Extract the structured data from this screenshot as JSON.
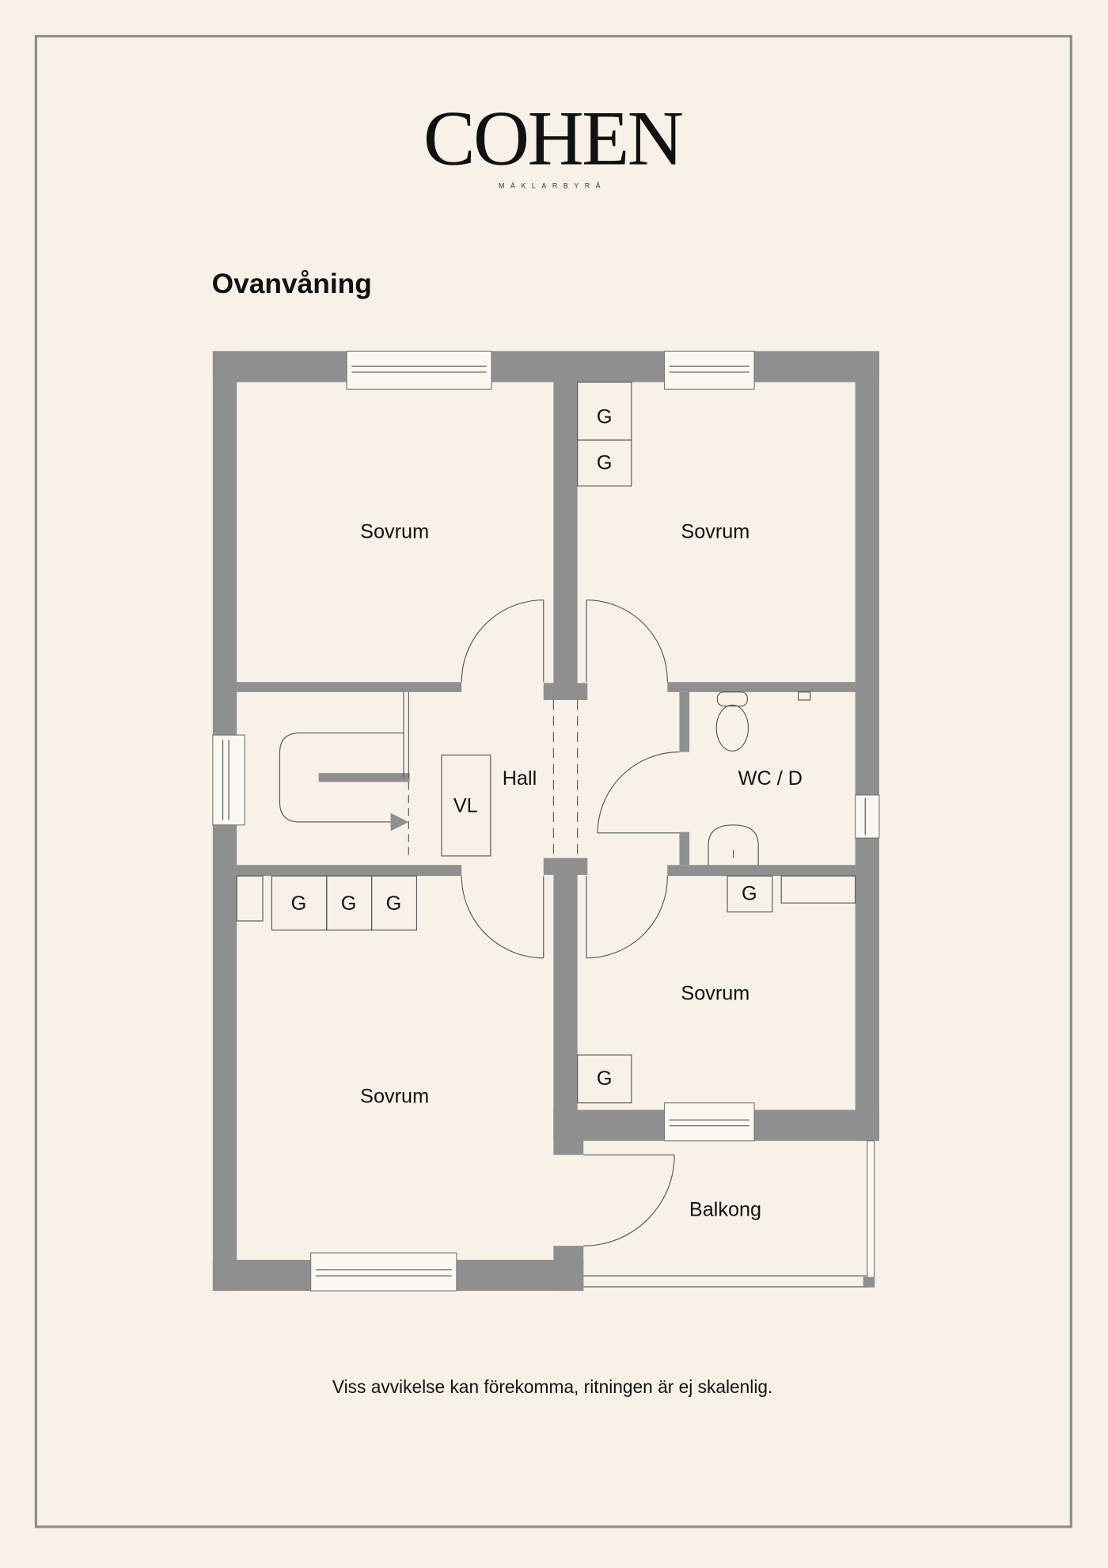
{
  "brand": {
    "logo": "COHEN",
    "tagline": "MÄKLARBYRÅ"
  },
  "title": "Ovanvåning",
  "rooms": {
    "bedroom_top_left": "Sovrum",
    "bedroom_top_right": "Sovrum",
    "bedroom_bottom_right": "Sovrum",
    "bedroom_bottom_left": "Sovrum",
    "hall": "Hall",
    "wc": "WC / D",
    "vl": "VL",
    "balcony": "Balkong"
  },
  "closet_label": "G",
  "disclaimer": "Viss avvikelse kan förekomma, ritningen är ej skalenlig.",
  "colors": {
    "background": "#f7f1e8",
    "wall": "#8f8f8f",
    "frame": "#8c8c8c"
  }
}
